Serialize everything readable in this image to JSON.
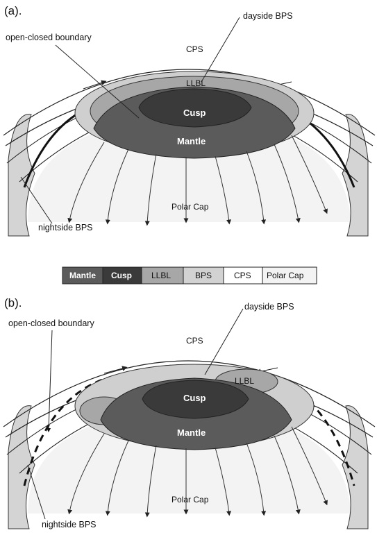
{
  "colors": {
    "mantle": "#5a5a5a",
    "cusp": "#3a3a3a",
    "llbl": "#a8a8a8",
    "bps": "#d2d2d2",
    "cps": "#ffffff",
    "polar_cap": "#f4f4f4",
    "line": "#222222"
  },
  "panel_a": {
    "label": "(a).",
    "dayside": "dayside BPS",
    "boundary": "open-closed boundary",
    "cps": "CPS",
    "llbl": "LLBL",
    "cusp": "Cusp",
    "mantle": "Mantle",
    "polar_cap": "Polar Cap",
    "nightside": "nightside BPS"
  },
  "legend": {
    "items": [
      "Mantle",
      "Cusp",
      "LLBL",
      "BPS",
      "CPS",
      "Polar Cap"
    ]
  },
  "panel_b": {
    "label": "(b).",
    "dayside": "dayside BPS",
    "boundary": "open-closed boundary",
    "cps": "CPS",
    "llbl": "LLBL",
    "cusp": "Cusp",
    "mantle": "Mantle",
    "polar_cap": "Polar Cap",
    "nightside": "nightside BPS"
  }
}
